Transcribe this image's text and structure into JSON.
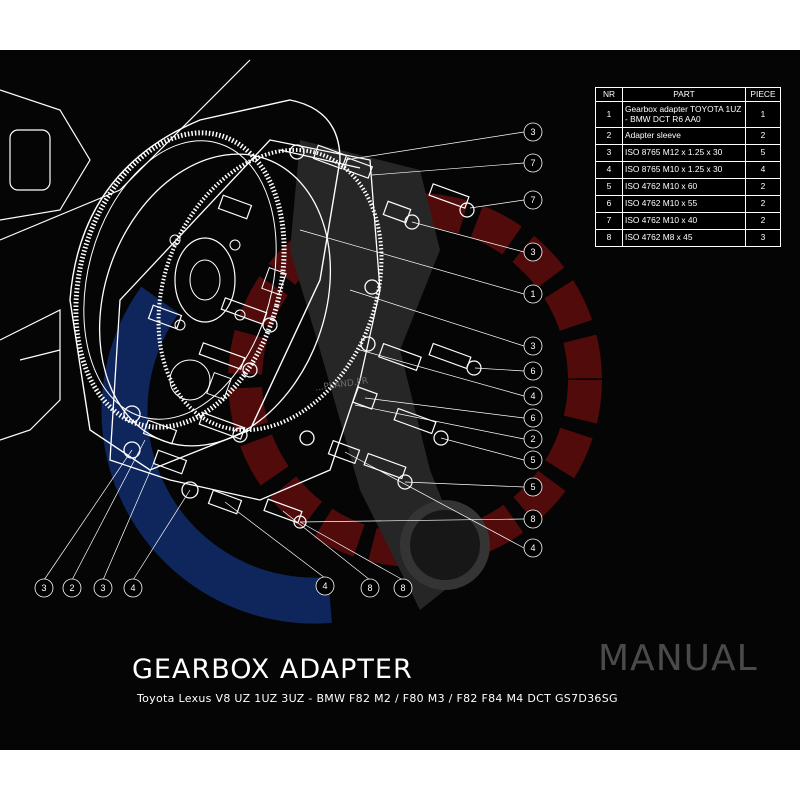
{
  "colors": {
    "background": "#050505",
    "linework": "#ffffff",
    "logo_red": "#7a1010",
    "logo_blue": "#0f2a66",
    "logo_grey": "#4a4a4a"
  },
  "parts_table": {
    "headers": {
      "nr": "NR",
      "part": "PART",
      "piece": "PIECE"
    },
    "rows": [
      {
        "nr": "1",
        "part": "Gearbox adapter TOYOTA 1UZ - BMW DCT R6 AA0",
        "piece": "1"
      },
      {
        "nr": "2",
        "part": "Adapter sleeve",
        "piece": "2"
      },
      {
        "nr": "3",
        "part": "ISO 8765 M12 x 1.25 x 30",
        "piece": "5"
      },
      {
        "nr": "4",
        "part": "ISO 8765 M10 x 1.25 x 30",
        "piece": "4"
      },
      {
        "nr": "5",
        "part": "ISO 4762 M10 x 60",
        "piece": "2"
      },
      {
        "nr": "6",
        "part": "ISO 4762 M10 x 55",
        "piece": "2"
      },
      {
        "nr": "7",
        "part": "ISO 4762 M10 x 40",
        "piece": "2"
      },
      {
        "nr": "8",
        "part": "ISO 4762 M8 x 45",
        "piece": "3"
      }
    ]
  },
  "callouts": {
    "right": [
      "3",
      "7",
      "7",
      "3",
      "1",
      "3",
      "6",
      "4",
      "6",
      "2",
      "5",
      "5",
      "8",
      "4"
    ],
    "bottom": [
      "3",
      "2",
      "3",
      "4",
      "4",
      "8",
      "8"
    ]
  },
  "title": "GEARBOX ADAPTER",
  "subtitle": "Toyota Lexus V8 UZ 1UZ 3UZ - BMW F82 M2 / F80 M3 / F82 F84 M4 DCT GS7D36SG",
  "manual_label": "MANUAL",
  "watermark": "...PLAND.FR"
}
